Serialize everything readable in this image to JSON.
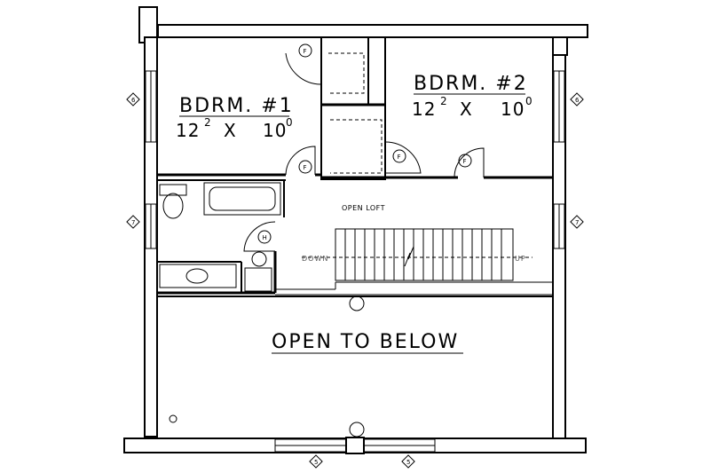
{
  "rooms": {
    "bedroom1": {
      "name": "BDRM. #1",
      "dim_w": "12",
      "dim_w_sup": "2",
      "dim_x": "X",
      "dim_h": "10",
      "dim_h_sup": "0"
    },
    "bedroom2": {
      "name": "BDRM. #2",
      "dim_w": "12",
      "dim_w_sup": "2",
      "dim_x": "X",
      "dim_h": "10",
      "dim_h_sup": "0"
    },
    "open_loft": "OPEN LOFT",
    "open_to_below": "OPEN TO BELOW"
  },
  "stair": {
    "down_label": "DOWN",
    "up_label": "UP"
  },
  "fixtures": {
    "furnace": "F",
    "water_heater": "H"
  },
  "markers": {
    "left_upper": "6",
    "right_upper": "6",
    "left_mid": "7",
    "right_mid": "7",
    "bottom_left": "5",
    "bottom_right": "5"
  }
}
